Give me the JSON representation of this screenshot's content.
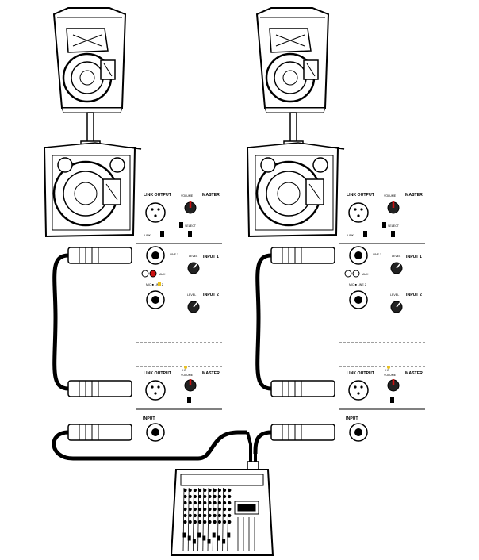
{
  "panels": {
    "top": {
      "link_output": "LINK OUTPUT",
      "master": "MASTER",
      "volume": "VOLUME",
      "input1": "INPUT 1",
      "input2": "INPUT 2",
      "level": "LEVEL",
      "line1": "LINE 1",
      "aux": "AUX",
      "mic_line2": "MIC ■ LINE 2",
      "select": "SELECT",
      "link": "LINK"
    },
    "bottom": {
      "link_output": "LINK OUTPUT",
      "master": "MASTER",
      "volume": "VOLUME",
      "input": "INPUT",
      "hf": "HF"
    }
  },
  "colors": {
    "line": "#000000",
    "knob_accent": "#cc1111",
    "led": "#e8c020",
    "panel_bg": "#ffffff"
  },
  "icons": [
    "speaker-icon",
    "subwoofer-icon",
    "xlr-cable-icon",
    "knob-icon",
    "mixer-icon"
  ]
}
